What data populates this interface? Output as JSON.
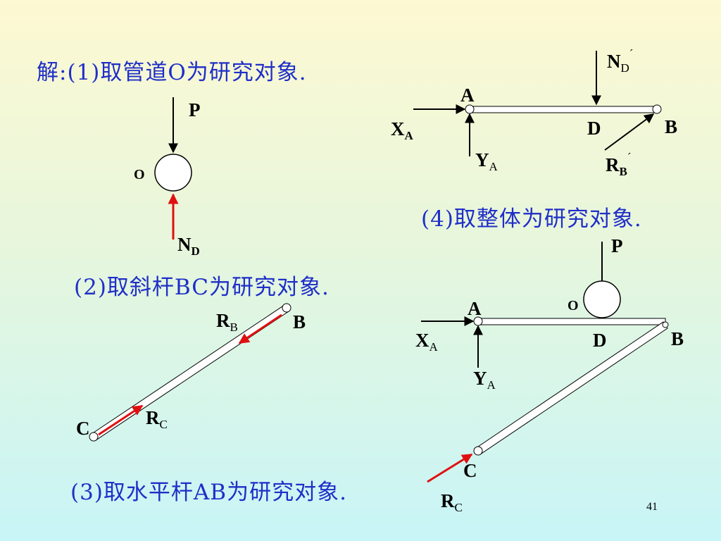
{
  "steps": {
    "step1": "解:(1)取管道O为研究对象.",
    "step2": "(2)取斜杆BC为研究对象.",
    "step3": "(3)取水平杆AB为研究对象.",
    "step4": "(4)取整体为研究对象."
  },
  "labels": {
    "P": "P",
    "O": "O",
    "N": "N",
    "D": "D",
    "R": "R",
    "A": "A",
    "B": "B",
    "C": "C",
    "X": "X",
    "Y": "Y",
    "prime": "´"
  },
  "page_number": "41",
  "colors": {
    "heading": "#1f2fc8",
    "reaction_arrow": "#e01010",
    "force_arrow": "#000000",
    "rod_fill": "#ffffff"
  }
}
